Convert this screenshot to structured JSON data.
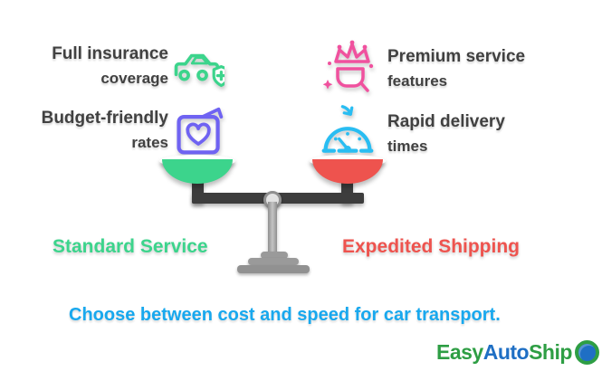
{
  "features": {
    "standard_1": {
      "line1": "Full insurance",
      "line2": "coverage"
    },
    "premium_1": {
      "line1": "Premium service",
      "line2": "features"
    },
    "standard_2": {
      "line1": "Budget-friendly",
      "line2": "rates"
    },
    "premium_2": {
      "line1": "Rapid delivery",
      "line2": "times"
    }
  },
  "icons": {
    "standard_1": "car-insurance-icon",
    "premium_1": "premium-crown-icon",
    "standard_2": "care-package-icon",
    "premium_2": "speedometer-icon"
  },
  "scale": {
    "left_option": "Standard Service",
    "right_option": "Expedited Shipping",
    "left_pan_color": "#3cd48c",
    "right_pan_color": "#ee534e"
  },
  "caption": "Choose between cost and speed for car transport.",
  "logo": {
    "word1": "Easy",
    "word2": "Auto",
    "word3": "Ship"
  },
  "colors": {
    "green": "#3cd48c",
    "red": "#ee534e",
    "purple": "#6f63f2",
    "pink": "#f0519e",
    "blue": "#29bdf2",
    "caption": "#18a8ee",
    "dark": "#414141",
    "beam": "#3d3d3d",
    "base": "#9a9a9a",
    "logo_green": "#2e9e44",
    "logo_blue": "#1f6fc4"
  }
}
